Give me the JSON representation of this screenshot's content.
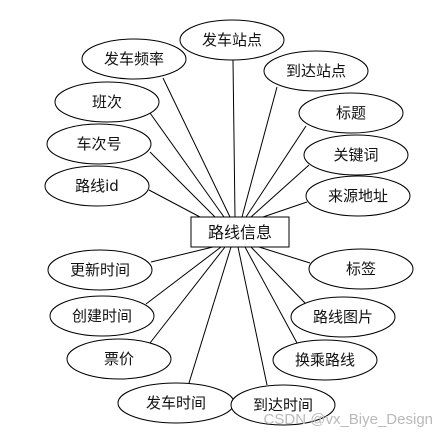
{
  "center": {
    "label": "路线信息"
  },
  "attributes": [
    {
      "label": "发车站点"
    },
    {
      "label": "发车频率"
    },
    {
      "label": "到达站点"
    },
    {
      "label": "班次"
    },
    {
      "label": "标题"
    },
    {
      "label": "车次号"
    },
    {
      "label": "关键词"
    },
    {
      "label": "路线id"
    },
    {
      "label": "来源地址"
    },
    {
      "label": "更新时间"
    },
    {
      "label": "标签"
    },
    {
      "label": "创建时间"
    },
    {
      "label": "路线图片"
    },
    {
      "label": "票价"
    },
    {
      "label": "换乘路线"
    },
    {
      "label": "发车时间"
    },
    {
      "label": "到达时间"
    }
  ],
  "watermark": "CSDN @vx_Biye_Design",
  "colors": {
    "stroke": "#000000",
    "text": "#111111",
    "watermark": "#b9b9b9"
  }
}
